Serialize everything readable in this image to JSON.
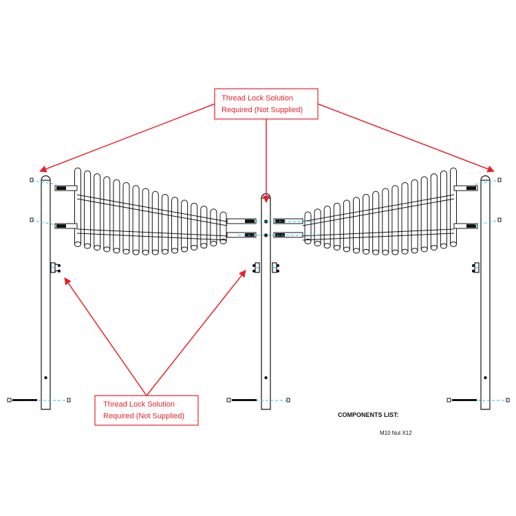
{
  "notes": {
    "top": {
      "line1": "Thread Lock Solution",
      "line2": "Required (Not Supplied)"
    },
    "bottom": {
      "line1": "Thread Lock Solution",
      "line2": "Required (Not Supplied)"
    }
  },
  "components_list": {
    "title": "COMPONENTS LIST:",
    "first_item": "M10 Nut X12"
  },
  "colors": {
    "annotation": "#e8202a",
    "bolt_centerline": "#19c8e0",
    "line": "#111111"
  }
}
